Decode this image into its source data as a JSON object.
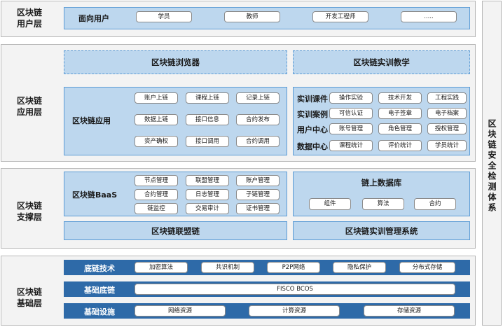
{
  "user_layer": {
    "label": "区块链\n用户层",
    "title": "面向用户",
    "items": [
      "学员",
      "教师",
      "开发工程师",
      "....."
    ]
  },
  "app_layer": {
    "label": "区块链\n应用层",
    "browser": "区块链浏览器",
    "training": "区块链实训教学",
    "app_title": "区块链应用",
    "app_items": [
      "账户上链",
      "课程上链",
      "记录上链",
      "数据上链",
      "接口信息",
      "合约发布",
      "资产确权",
      "接口调用",
      "合约调用"
    ],
    "train_rows": [
      {
        "label": "实训课件",
        "items": [
          "操作实验",
          "技术开发",
          "工程实践"
        ]
      },
      {
        "label": "实训案例",
        "items": [
          "可信认证",
          "电子签章",
          "电子档案"
        ]
      },
      {
        "label": "用户中心",
        "items": [
          "账号管理",
          "角色管理",
          "授权管理"
        ]
      },
      {
        "label": "数据中心",
        "items": [
          "课程统计",
          "评价统计",
          "学员统计"
        ]
      }
    ]
  },
  "support_layer": {
    "label": "区块链\n支撑层",
    "baas_title": "区块链BaaS",
    "baas_items": [
      "节点管理",
      "联盟管理",
      "账户管理",
      "合约管理",
      "日志管理",
      "子链管理",
      "链监控",
      "交易审计",
      "证书管理"
    ],
    "alliance": "区块链联盟链",
    "db_title": "链上数据库",
    "db_items": [
      "组件",
      "算法",
      "合约"
    ],
    "mgmt": "区块链实训管理系统"
  },
  "base_layer": {
    "label": "区块链\n基础层",
    "rows": [
      {
        "label": "底链技术",
        "items": [
          "加密算法",
          "共识机制",
          "P2P网络",
          "隐私保护",
          "分布式存储"
        ]
      },
      {
        "label": "基础底链",
        "items": [
          "FISCO BCOS"
        ]
      },
      {
        "label": "基础设施",
        "items": [
          "网络资源",
          "计算资源",
          "存储资源"
        ]
      }
    ]
  },
  "security": "区块链安全检测体系"
}
